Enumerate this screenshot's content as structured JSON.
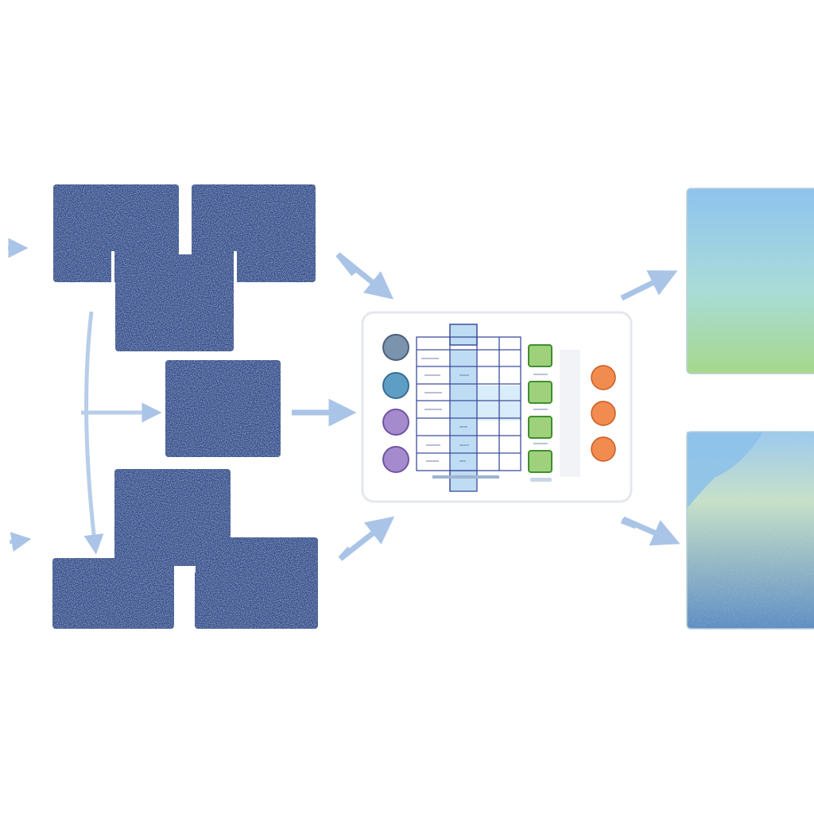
{
  "diagram": {
    "colors": {
      "tile_blue": "#2f4c88",
      "tile_speckle": "#7d93c4",
      "arrow": "#a9c4e6",
      "table_header": "#bfdcf5",
      "table_border": "#3d4d9c",
      "node_slate": "#7b93ad",
      "node_teal": "#5e9ec4",
      "node_violet": "#a58bcd",
      "node_green": "#9fd07c",
      "node_green_border": "#3f8f2e",
      "node_orange": "#f28b4f",
      "output_top_start": "#8fc3ee",
      "output_top_end": "#a6d88c",
      "output_bottom_start": "#8cc1ea",
      "output_bottom_end": "#5f8ec4"
    },
    "input_tiles_count": 7,
    "left_nodes": [
      "slate-node",
      "teal-node",
      "violet-node",
      "violet-node"
    ],
    "middle_squares": [
      "green-square",
      "green-square",
      "green-square",
      "green-square"
    ],
    "right_nodes": [
      "orange-node",
      "orange-node",
      "orange-node"
    ],
    "outputs": [
      "gradient-output",
      "textured-output"
    ]
  }
}
